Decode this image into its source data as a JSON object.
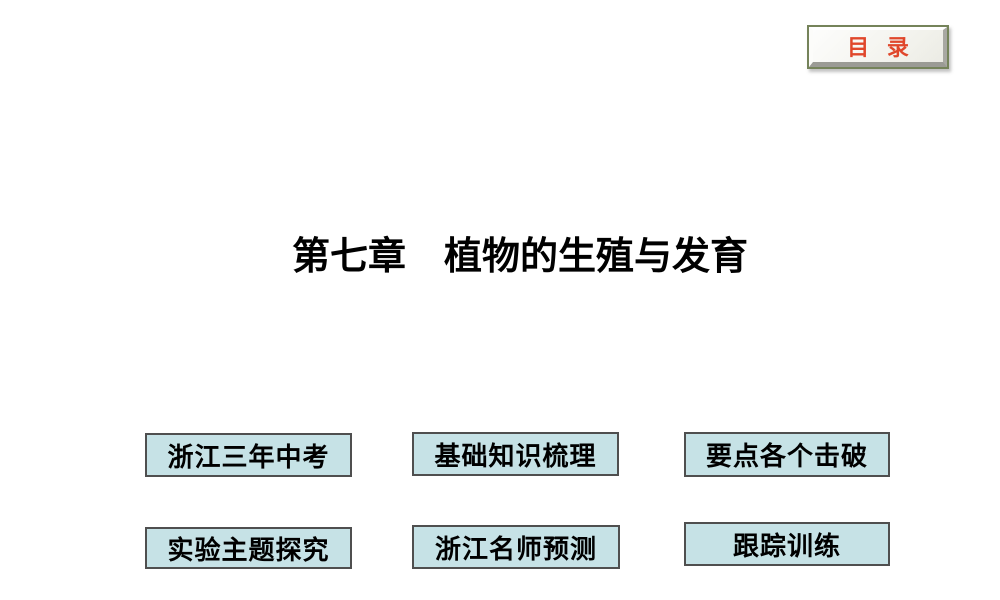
{
  "slide": {
    "title": "第七章　植物的生殖与发育"
  },
  "toc_button": {
    "label": "目 录"
  },
  "nav": {
    "items": [
      "浙江三年中考",
      "基础知识梳理",
      "要点各个击破",
      "实验主题探究",
      "浙江名师预测",
      "跟踪训练"
    ]
  },
  "colors": {
    "background": "#ffffff",
    "title_text": "#000000",
    "nav_button_fill": "#c6e2e6",
    "nav_button_border": "#4f4f4f",
    "nav_button_text": "#000000",
    "toc_button_outer_border": "#75835a",
    "toc_button_face": "#f2f2ec",
    "toc_button_text": "#e0472b"
  }
}
